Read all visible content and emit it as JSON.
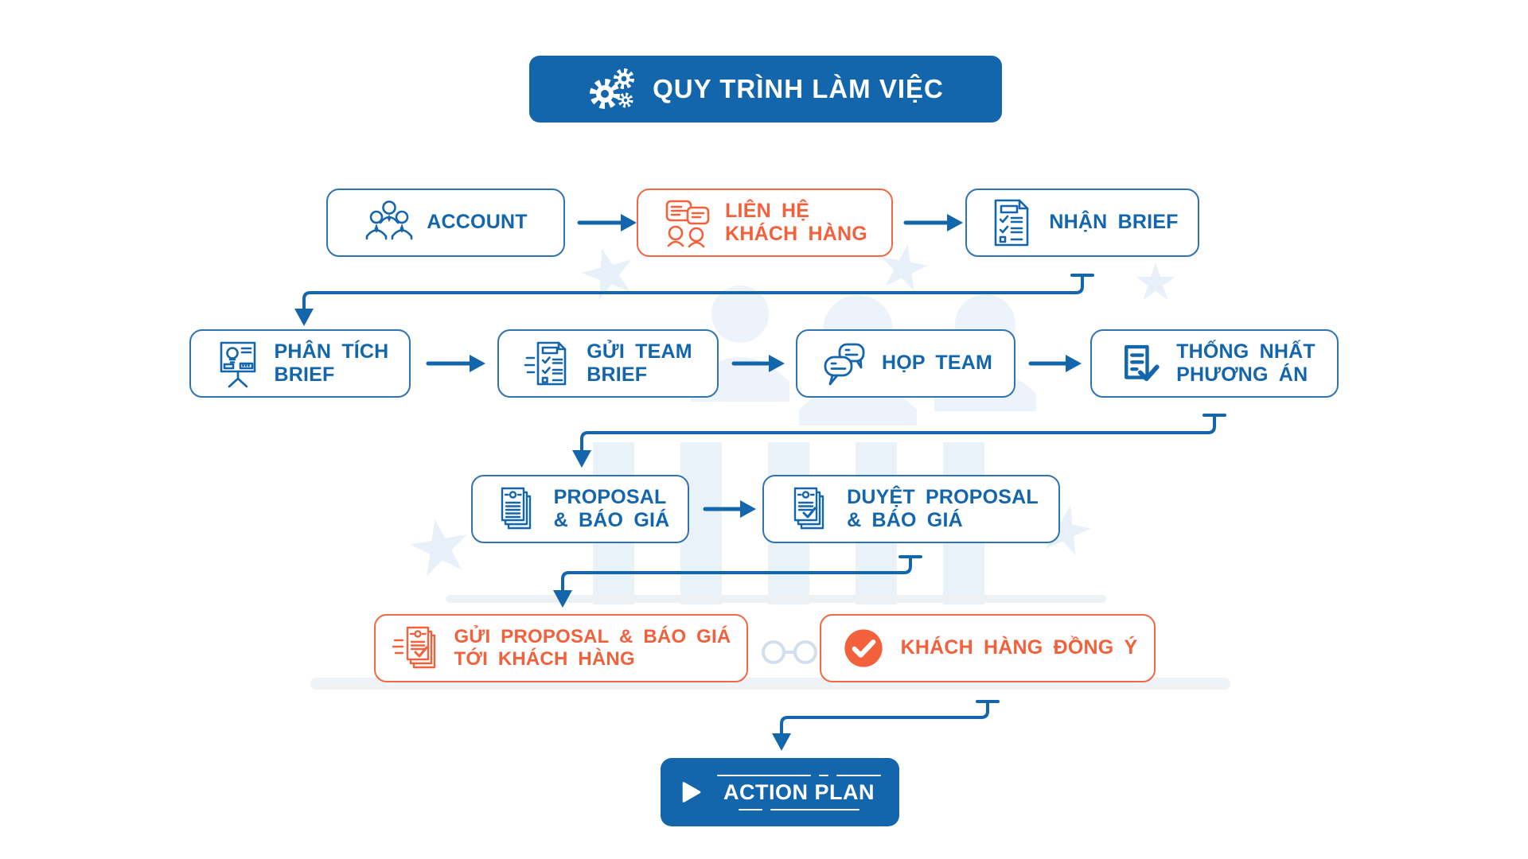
{
  "header": {
    "title": "QUY TRÌNH LÀM VIỆC",
    "icon": "gears-icon",
    "background_color": "#1366ab",
    "text_color": "#ffffff"
  },
  "colors": {
    "primary_blue": "#1366ab",
    "node_border_blue": "#2f74b0",
    "accent_orange": "#f2603c",
    "orange_border": "#f26744",
    "arrow_blue": "#1366ab",
    "watermark_blue": "#e9f1f9",
    "watermark_gray": "#eff2f5"
  },
  "nodes": [
    {
      "id": "account",
      "line1": "ACCOUNT",
      "line2": "",
      "color": "blue",
      "icon": "team-icon"
    },
    {
      "id": "lien-he-khach-hang",
      "line1": "LIÊN HỆ",
      "line2": "KHÁCH HÀNG",
      "color": "orange",
      "icon": "chat-contact-icon"
    },
    {
      "id": "nhan-brief",
      "line1": "NHẬN BRIEF",
      "line2": "",
      "color": "blue",
      "icon": "checklist-document-icon"
    },
    {
      "id": "phan-tich-brief",
      "line1": "PHÂN TÍCH",
      "line2": "BRIEF",
      "color": "blue",
      "icon": "presentation-analysis-icon"
    },
    {
      "id": "gui-team-brief",
      "line1": "GỬI TEAM",
      "line2": "BRIEF",
      "color": "blue",
      "icon": "send-brief-icon"
    },
    {
      "id": "hop-team",
      "line1": "HỌP TEAM",
      "line2": "",
      "color": "blue",
      "icon": "meeting-chat-icon"
    },
    {
      "id": "thong-nhat-phuong-an",
      "line1": "THỐNG NHẤT",
      "line2": "PHƯƠNG ÁN",
      "color": "blue",
      "icon": "document-approved-icon"
    },
    {
      "id": "proposal-bao-gia",
      "line1": "PROPOSAL",
      "line2": "& BÁO GIÁ",
      "color": "blue",
      "icon": "proposal-documents-icon"
    },
    {
      "id": "duyet-proposal",
      "line1": "DUYỆT PROPOSAL",
      "line2": "& BÁO GIÁ",
      "color": "blue",
      "icon": "approve-proposal-icon"
    },
    {
      "id": "gui-proposal",
      "line1": "GỬI PROPOSAL & BÁO GIÁ",
      "line2": "TỚI KHÁCH HÀNG",
      "color": "orange",
      "icon": "send-proposal-icon"
    },
    {
      "id": "khach-hang-dong-y",
      "line1": "KHÁCH HÀNG ĐỒNG Ý",
      "line2": "",
      "color": "orange",
      "icon": "check-circle-icon"
    }
  ],
  "action_plan": {
    "label": "ACTION PLAN",
    "icon": "play-icon",
    "background_color": "#1366ab",
    "text_color": "#ffffff"
  }
}
